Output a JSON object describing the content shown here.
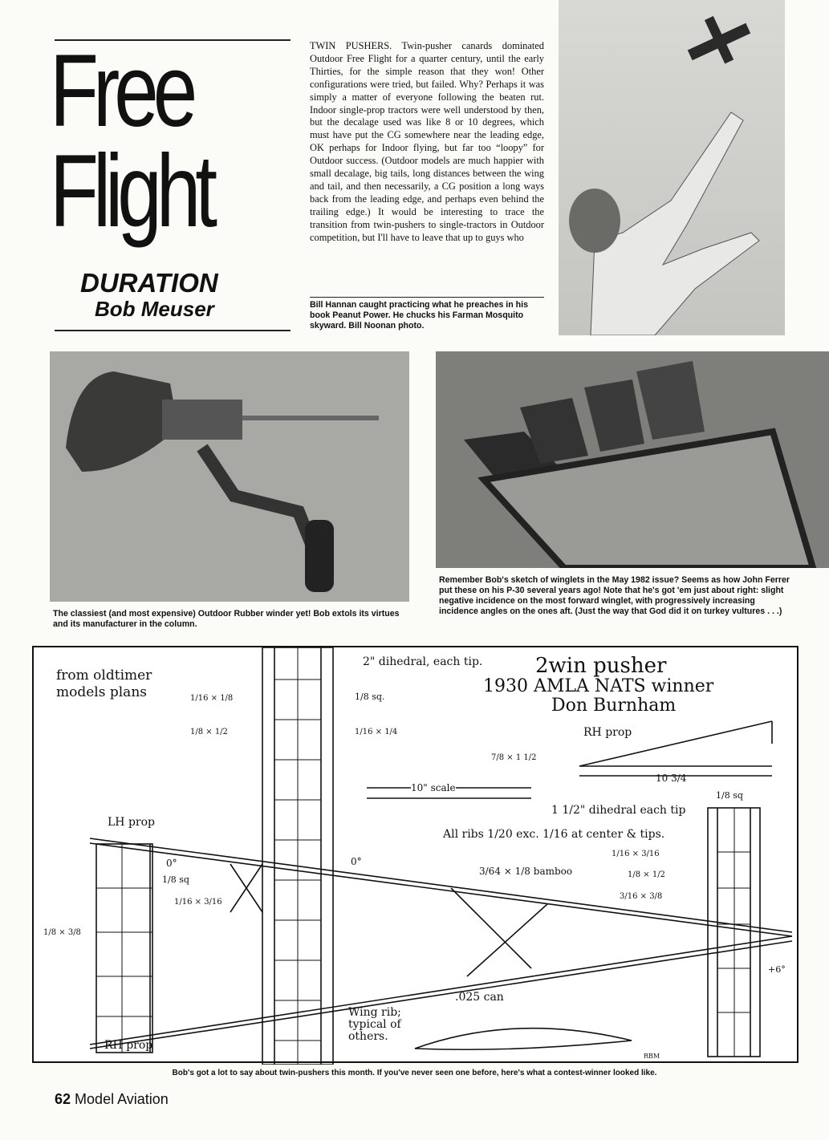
{
  "header": {
    "title_line1": "Free",
    "title_line2": "Flight",
    "department": "DURATION",
    "author": "Bob Meuser"
  },
  "article": {
    "lead": "TWIN PUSHERS.",
    "body": " Twin-pusher canards dominated Outdoor Free Flight for a quarter century, until the early Thirties, for the simple reason that they won! Other configurations were tried, but failed. Why? Perhaps it was simply a matter of everyone following the beaten rut. Indoor single-prop tractors were well understood by then, but the decalage used was like 8 or 10 degrees, which must have put the CG somewhere near the leading edge, OK perhaps for Indoor flying, but far too “loopy” for Outdoor success. (Outdoor models are much happier with small decalage, big tails, long distances between the wing and tail, and then necessarily, a CG position a long ways back from the leading edge, and perhaps even behind the trailing edge.) It would be interesting to trace the transition from twin-pushers to single-tractors in Outdoor competition, but I'll have to leave that up to guys who"
  },
  "captions": {
    "hannan": "Bill Hannan caught practicing what he preaches in his book Peanut Power. He chucks his Farman Mosquito skyward. Bill Noonan photo.",
    "winder": "The classiest (and most expensive) Outdoor Rubber winder yet! Bob extols its virtues and its manufacturer in the column.",
    "winglets": "Remember Bob's sketch of winglets in the May 1982 issue? Seems as how John Ferrer put these on his P-30 several years ago! Note that he's got 'em just about right: slight negative incidence on the most forward winglet, with progressively increasing incidence angles on the ones aft. (Just the way that God did it on turkey vultures . . .)",
    "drawing": "Bob's got a lot to say about twin-pushers this month. If you've never seen one before, here's what a contest-winner looked like."
  },
  "drawing": {
    "source": "from oldtimer models plans",
    "title": "2win pusher",
    "subtitle": "1930 AMLA NATS winner",
    "designer": "Don Burnham",
    "labels": {
      "dihedral2": "2\" dihedral, each tip.",
      "sq18": "1/8 sq.",
      "a": "1/16 × 1/8",
      "b": "1/8 × 1/2",
      "c": "1/16 × 1/4",
      "rhprop": "RH prop",
      "prop_blank": "7/8 × 1 1/2",
      "prop_len": "10 3/4",
      "scale": "10\" scale",
      "sq18b": "1/8 sq",
      "dihedral15": "1 1/2\" dihedral each tip",
      "ribs": "All ribs 1/20 exc. 1/16 at center & tips.",
      "d": "1/16 × 3/16",
      "e": "1/8 × 1/2",
      "f": "3/16 × 3/8",
      "bamboo": "3/64 × 1/8 bamboo",
      "lhprop": "LH prop",
      "zero1": "0°",
      "zero2": "0°",
      "sq18c": "1/8 sq",
      "g": "1/16 × 3/16",
      "h": "1/8 × 3/8",
      "plus6": "+6°",
      "can": ".025 can",
      "wingrib": "Wing rib; typical of others.",
      "rhprop2": "RH prop",
      "initials": "RBM"
    }
  },
  "footer": {
    "page": "62",
    "magazine": "Model Aviation"
  }
}
